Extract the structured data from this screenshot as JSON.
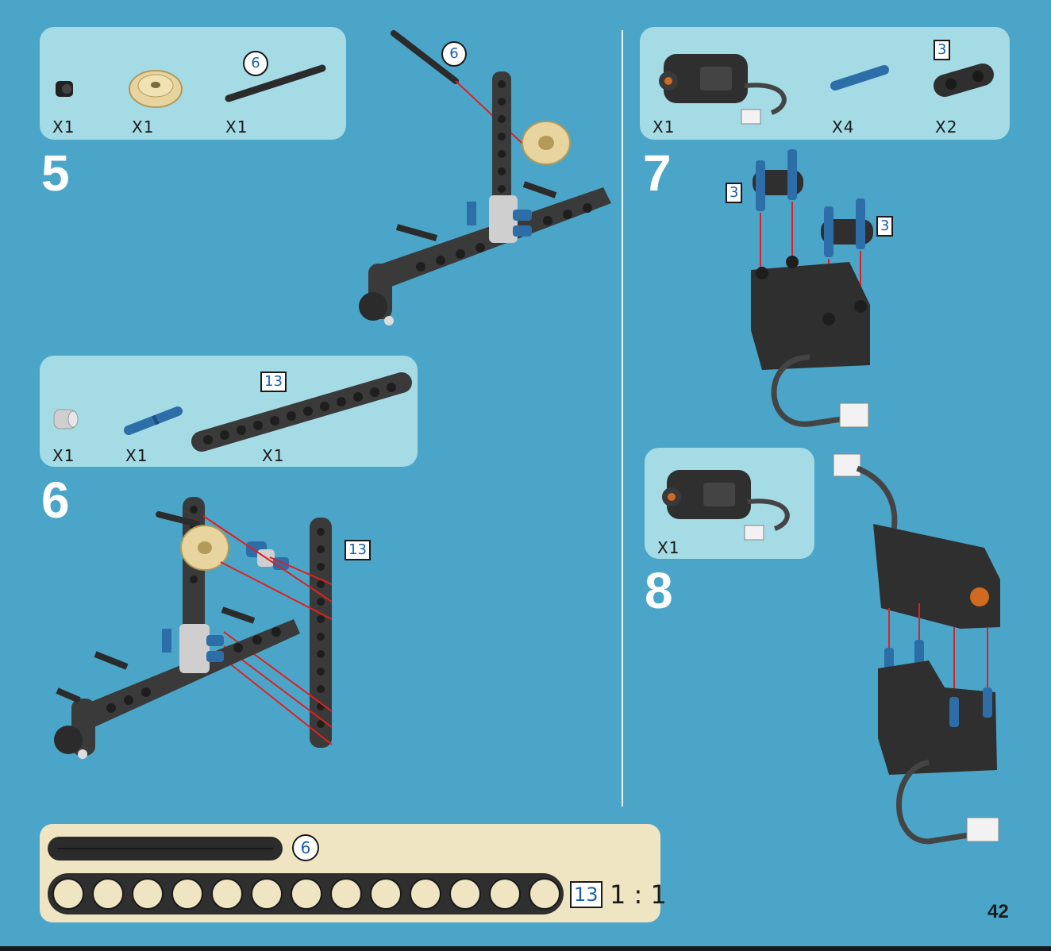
{
  "page_number": "42",
  "steps": [
    {
      "number": "5",
      "parts": [
        {
          "qty": "X1",
          "icon": "bush-icon"
        },
        {
          "qty": "X1",
          "icon": "gear-icon"
        },
        {
          "qty": "X1",
          "icon": "axle-icon",
          "label": "6"
        }
      ],
      "callout": "6"
    },
    {
      "number": "6",
      "parts": [
        {
          "qty": "X1",
          "icon": "bushing-icon"
        },
        {
          "qty": "X1",
          "icon": "pin-icon"
        },
        {
          "qty": "X1",
          "icon": "beam-icon",
          "label": "13"
        }
      ],
      "callout": "13"
    },
    {
      "number": "7",
      "parts": [
        {
          "qty": "X1",
          "icon": "motor-icon"
        },
        {
          "qty": "X4",
          "icon": "pin-icon"
        },
        {
          "qty": "X2",
          "icon": "beam-icon",
          "label": "3"
        }
      ],
      "callouts": [
        "3",
        "3"
      ]
    },
    {
      "number": "8",
      "parts": [
        {
          "qty": "X1",
          "icon": "motor-icon"
        }
      ]
    }
  ],
  "scale": {
    "axle_label": "6",
    "beam_label": "13",
    "ratio": "1 : 1"
  }
}
